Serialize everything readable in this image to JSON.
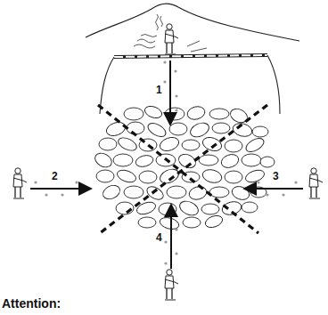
{
  "diagram": {
    "labels": [
      "1",
      "2",
      "3",
      "4",
      "Attention:"
    ]
  }
}
